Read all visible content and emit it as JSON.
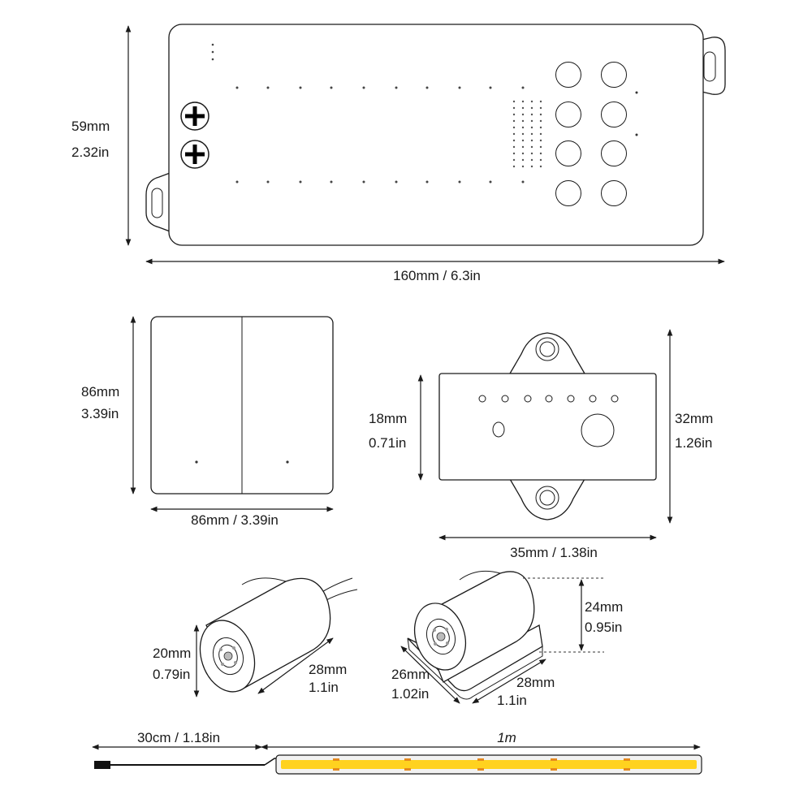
{
  "controller": {
    "height_mm": "59mm",
    "height_in": "2.32in",
    "width_label": "160mm / 6.3in"
  },
  "switch_panel": {
    "height_mm": "86mm",
    "height_in": "3.39in",
    "width_label": "86mm / 3.39in"
  },
  "receiver": {
    "inner_height_mm": "18mm",
    "inner_height_in": "0.71in",
    "outer_height_mm": "32mm",
    "outer_height_in": "1.26in",
    "width_label": "35mm / 1.38in"
  },
  "sensor_round": {
    "diameter_mm": "20mm",
    "diameter_in": "0.79in",
    "length_mm": "28mm",
    "length_in": "1.1in"
  },
  "sensor_mounted": {
    "height_mm": "24mm",
    "height_in": "0.95in",
    "depth_mm": "26mm",
    "depth_in": "1.02in",
    "length_mm": "28mm",
    "length_in": "1.1in"
  },
  "strip": {
    "cable_label": "30cm / 1.18in",
    "strip_label": "1m"
  },
  "colors": {
    "strip_led": "#ffd21f",
    "strip_marker": "#e58a1f",
    "line": "#1a1a1a"
  }
}
